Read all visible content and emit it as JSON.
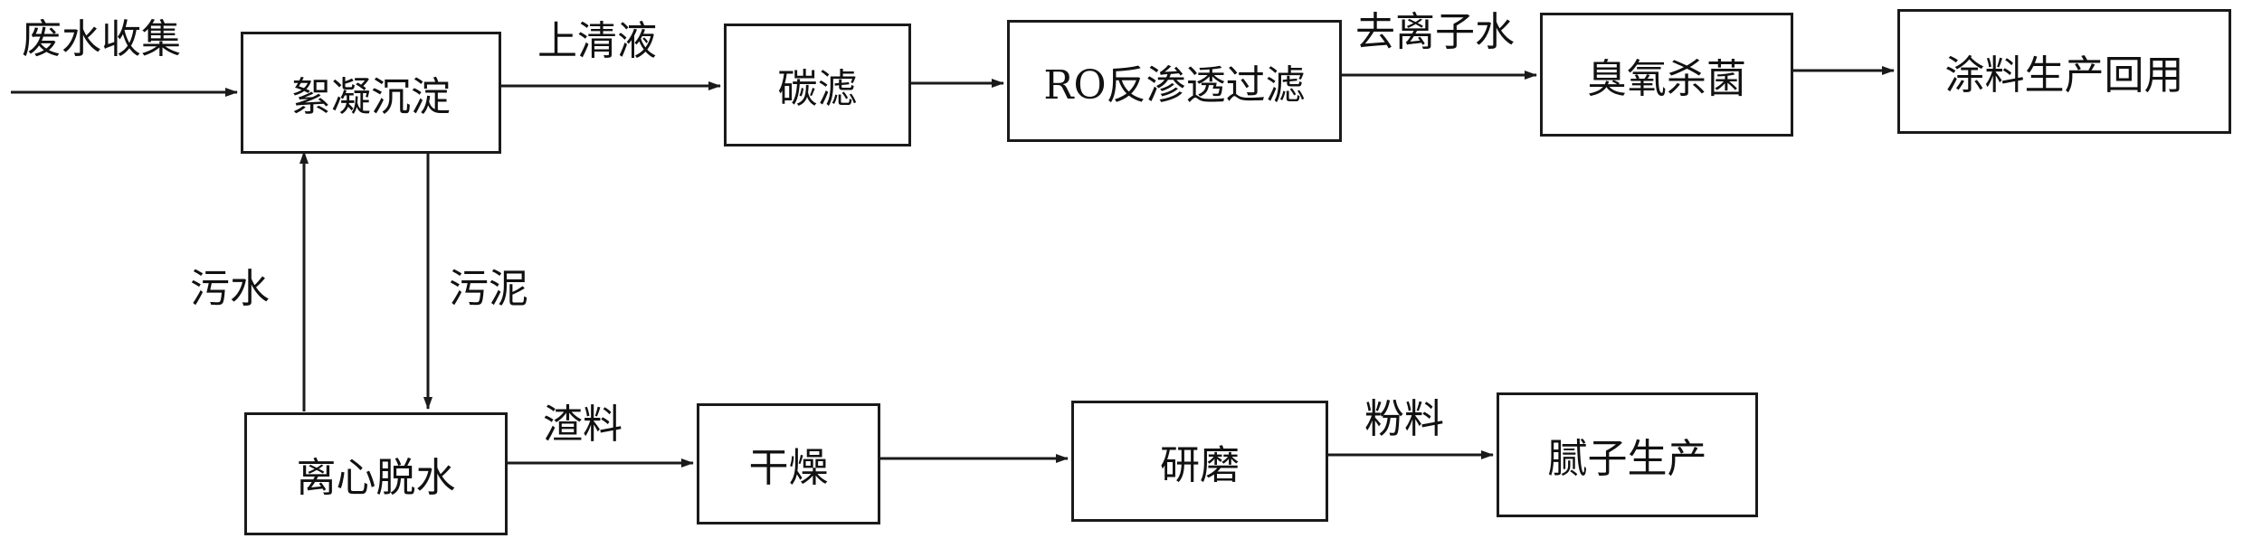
{
  "diagram": {
    "nodes": {
      "flocculation": "絮凝沉淀",
      "carbon_filter": "碳滤",
      "ro_filter": "RO反渗透过滤",
      "ozone": "臭氧杀菌",
      "coating_reuse": "涂料生产回用",
      "centrifuge": "离心脱水",
      "drying": "干燥",
      "grinding": "研磨",
      "putty": "腻子生产"
    },
    "edges": {
      "wastewater_collect": "废水收集",
      "supernatant": "上清液",
      "deionized_water": "去离子水",
      "sewage": "污水",
      "sludge": "污泥",
      "slag": "渣料",
      "powder": "粉料"
    },
    "colors": {
      "stroke": "#1a1a1a",
      "text": "#111111",
      "background": "#ffffff"
    }
  }
}
